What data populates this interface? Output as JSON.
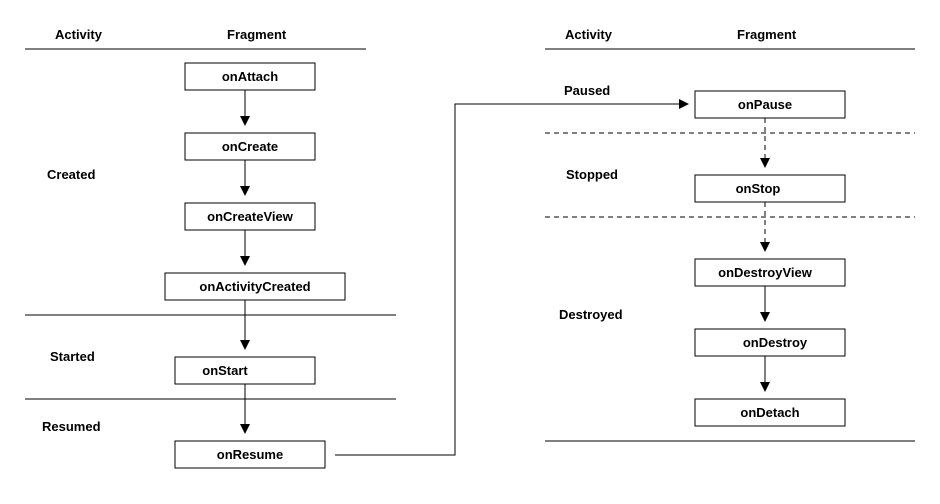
{
  "left_column": {
    "activity_header": "Activity",
    "fragment_header": "Fragment",
    "states": {
      "created": "Created",
      "started": "Started",
      "resumed": "Resumed"
    },
    "callbacks": {
      "on_attach": "onAttach",
      "on_create": "onCreate",
      "on_create_view": "onCreateView",
      "on_activity_created": "onActivityCreated",
      "on_start": "onStart",
      "on_resume": "onResume"
    }
  },
  "right_column": {
    "activity_header": "Activity",
    "fragment_header": "Fragment",
    "states": {
      "paused": "Paused",
      "stopped": "Stopped",
      "destroyed": "Destroyed"
    },
    "callbacks": {
      "on_pause": "onPause",
      "on_stop": "onStop",
      "on_destroy_view": "onDestroyView",
      "on_destroy": "onDestroy",
      "on_detach": "onDetach"
    }
  },
  "colors": {
    "stroke": "#000000",
    "background": "#ffffff"
  }
}
